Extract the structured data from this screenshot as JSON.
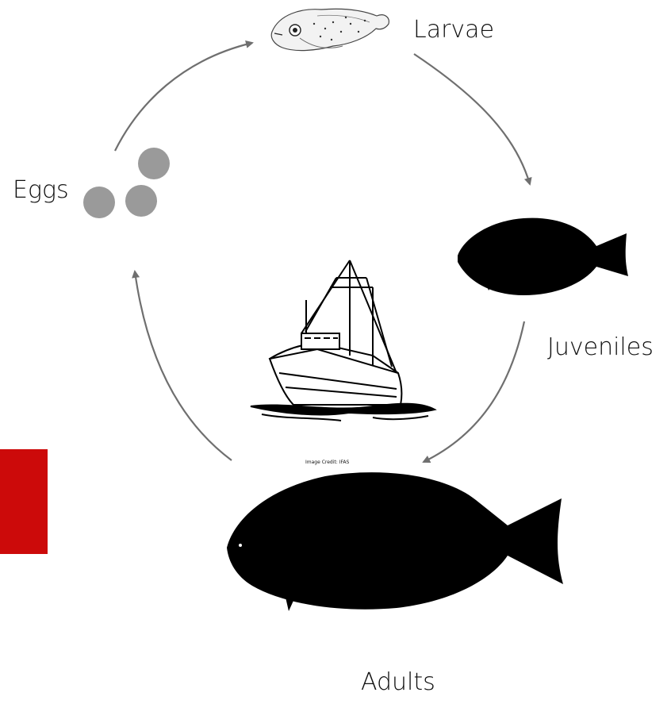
{
  "stages": {
    "larvae": "Larvae",
    "eggs": "Eggs",
    "juveniles": "Juveniles",
    "adults": "Adults"
  },
  "image_credit": "Image Credit: IFAS",
  "colors": {
    "egg": "#9a9a9a",
    "arrow": "#6f6f6f",
    "fish": "#000000",
    "accent_block": "#cc0a0a"
  },
  "icons": [
    "larva-fish-icon",
    "egg-icon",
    "juvenile-fish-icon",
    "adult-fish-icon",
    "fishing-boat-icon"
  ]
}
